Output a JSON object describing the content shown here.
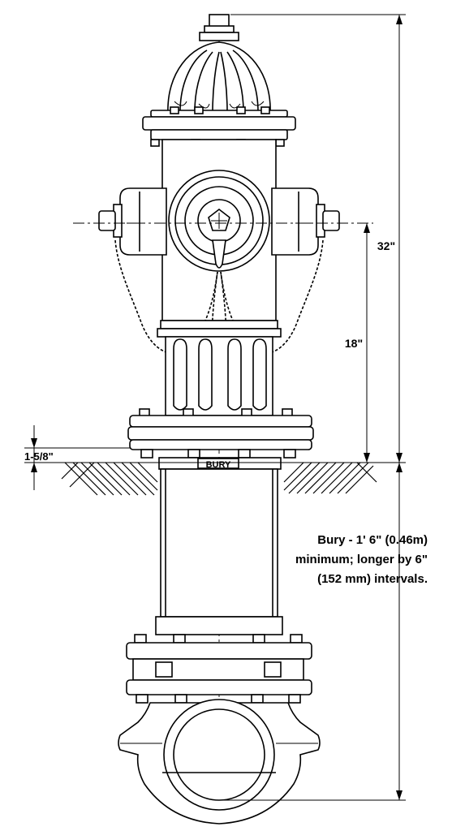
{
  "dimensions": {
    "overall_height": "32\"",
    "nozzle_height": "18\"",
    "flange_above_grade": "1-5/8\""
  },
  "bury_mark": "BURY",
  "bury_note": {
    "line1": "Bury - 1' 6\" (0.46m)",
    "line2": "minimum; longer by 6\"",
    "line3": "(152 mm) intervals."
  }
}
